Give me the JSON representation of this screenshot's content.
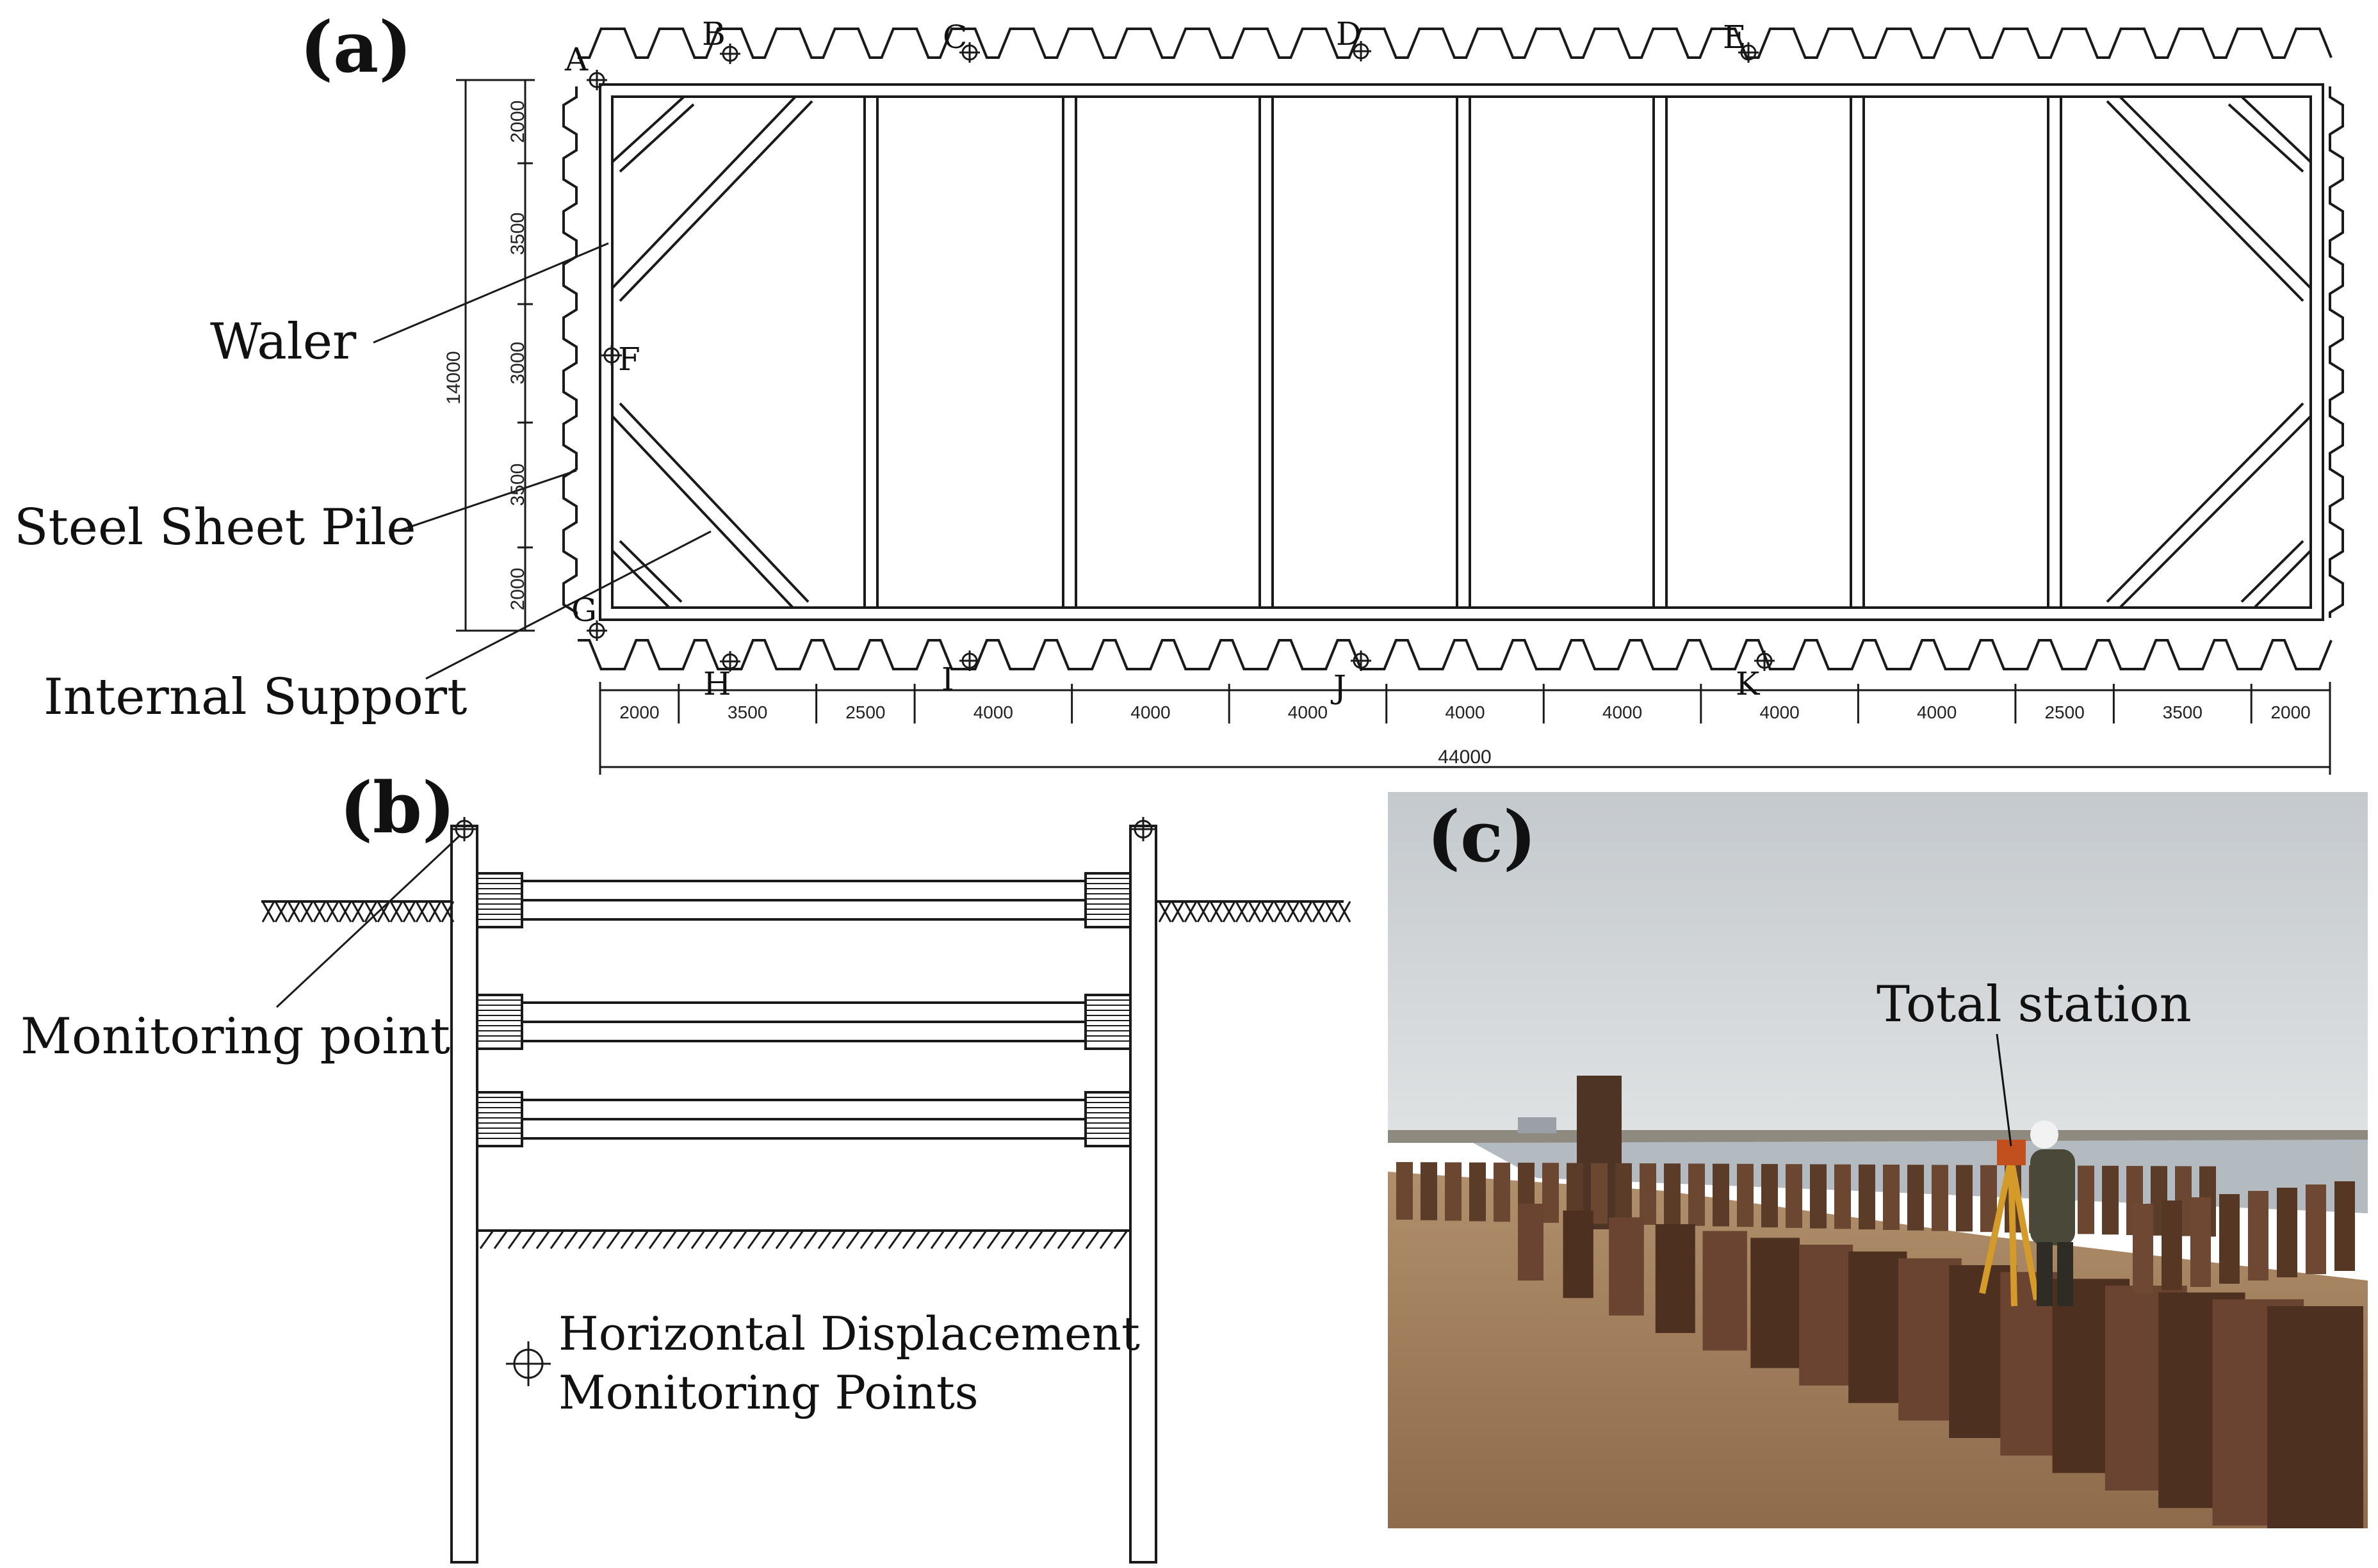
{
  "panels": {
    "a": "(a)",
    "b": "(b)",
    "c": "(c)"
  },
  "plan": {
    "point_labels": [
      "A",
      "B",
      "C",
      "D",
      "E",
      "F",
      "G",
      "H",
      "I",
      "J",
      "K"
    ],
    "labels": {
      "waler": "Waler",
      "steel_sheet_pile": "Steel Sheet Pile",
      "internal_support": "Internal Support"
    },
    "left_dims": [
      "2000",
      "3500",
      "3000",
      "3500",
      "2000"
    ],
    "left_total": "14000",
    "bottom_dims": [
      "2000",
      "3500",
      "2500",
      "4000",
      "4000",
      "4000",
      "4000",
      "4000",
      "4000",
      "4000",
      "2500",
      "3500",
      "2000"
    ],
    "bottom_total": "44000"
  },
  "section": {
    "monitoring_point": "Monitoring point",
    "legend_line1": "Horizontal Displacement",
    "legend_line2": "Monitoring Points"
  },
  "photo": {
    "label": "Total station"
  },
  "colors": {
    "line": "#1a1a1a",
    "sky": "#cfd3d6",
    "soil": "#a07c5a",
    "pile": "#5a3a26",
    "water": "#aeb7bd"
  }
}
